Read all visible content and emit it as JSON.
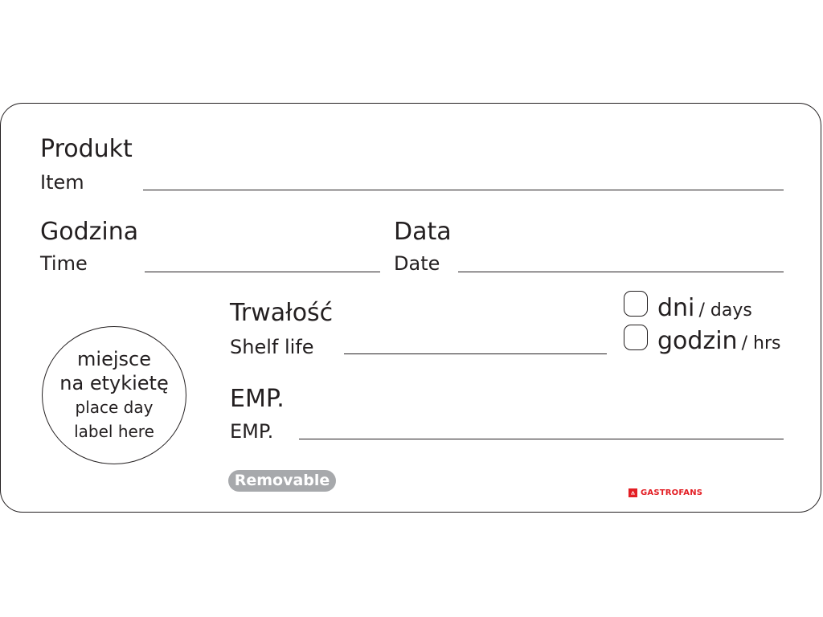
{
  "fields": {
    "product": {
      "pl": "Produkt",
      "en": "Item"
    },
    "time": {
      "pl": "Godzina",
      "en": "Time"
    },
    "date": {
      "pl": "Data",
      "en": "Date"
    },
    "shelf_life": {
      "pl": "Trwałość",
      "en": "Shelf life"
    },
    "emp": {
      "pl": "EMP.",
      "en": "EMP."
    }
  },
  "shelf_options": [
    {
      "pl": "dni",
      "en": "/ days"
    },
    {
      "pl": "godzin",
      "en": "/ hrs"
    }
  ],
  "circle": {
    "line1": "miejsce",
    "line2": "na etykietę",
    "line3": "place day",
    "line4": "label here"
  },
  "badge": "Removable",
  "brand": {
    "name": "GASTROFANS",
    "color": "#e31e24"
  },
  "colors": {
    "ink": "#231f20",
    "badge_bg": "#a7a9ac"
  }
}
